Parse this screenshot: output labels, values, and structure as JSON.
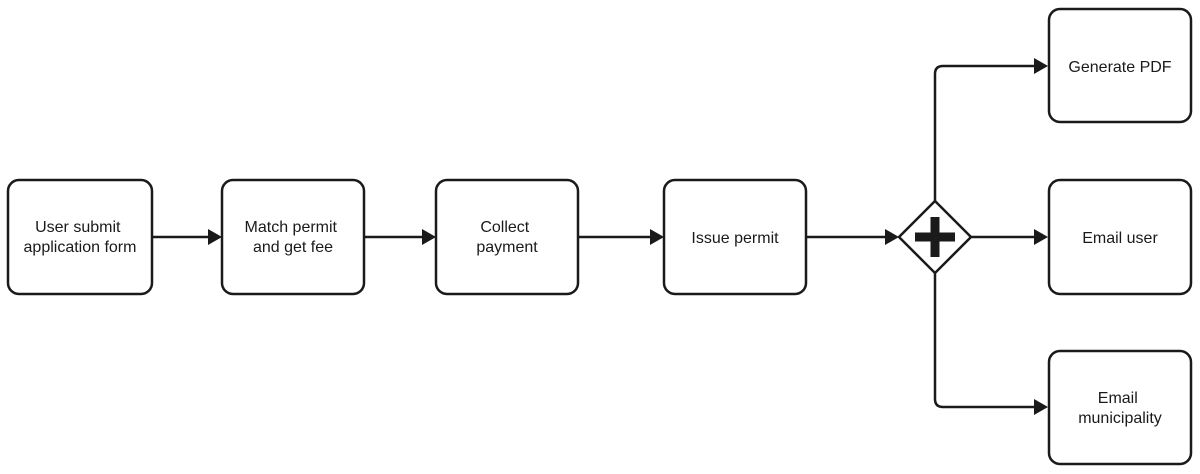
{
  "diagram": {
    "tasks": [
      {
        "id": "submit",
        "lines": [
          "User submit",
          "application form"
        ]
      },
      {
        "id": "match",
        "lines": [
          "Match permit",
          "and get fee"
        ]
      },
      {
        "id": "payment",
        "lines": [
          "Collect",
          "payment"
        ]
      },
      {
        "id": "issue",
        "lines": [
          "Issue permit"
        ]
      },
      {
        "id": "pdf",
        "lines": [
          "Generate PDF"
        ]
      },
      {
        "id": "email-user",
        "lines": [
          "Email user"
        ]
      },
      {
        "id": "email-municipality",
        "lines": [
          "Email",
          "municipality"
        ]
      }
    ],
    "gateway": {
      "id": "parallel-gateway",
      "type": "parallel"
    },
    "flows": [
      {
        "from": "submit",
        "to": "match"
      },
      {
        "from": "match",
        "to": "payment"
      },
      {
        "from": "payment",
        "to": "issue"
      },
      {
        "from": "issue",
        "to": "parallel-gateway"
      },
      {
        "from": "parallel-gateway",
        "to": "pdf"
      },
      {
        "from": "parallel-gateway",
        "to": "email-user"
      },
      {
        "from": "parallel-gateway",
        "to": "email-municipality"
      }
    ],
    "colors": {
      "stroke": "#1a1a1a",
      "fill": "#ffffff",
      "text": "#1a1a1a"
    }
  }
}
